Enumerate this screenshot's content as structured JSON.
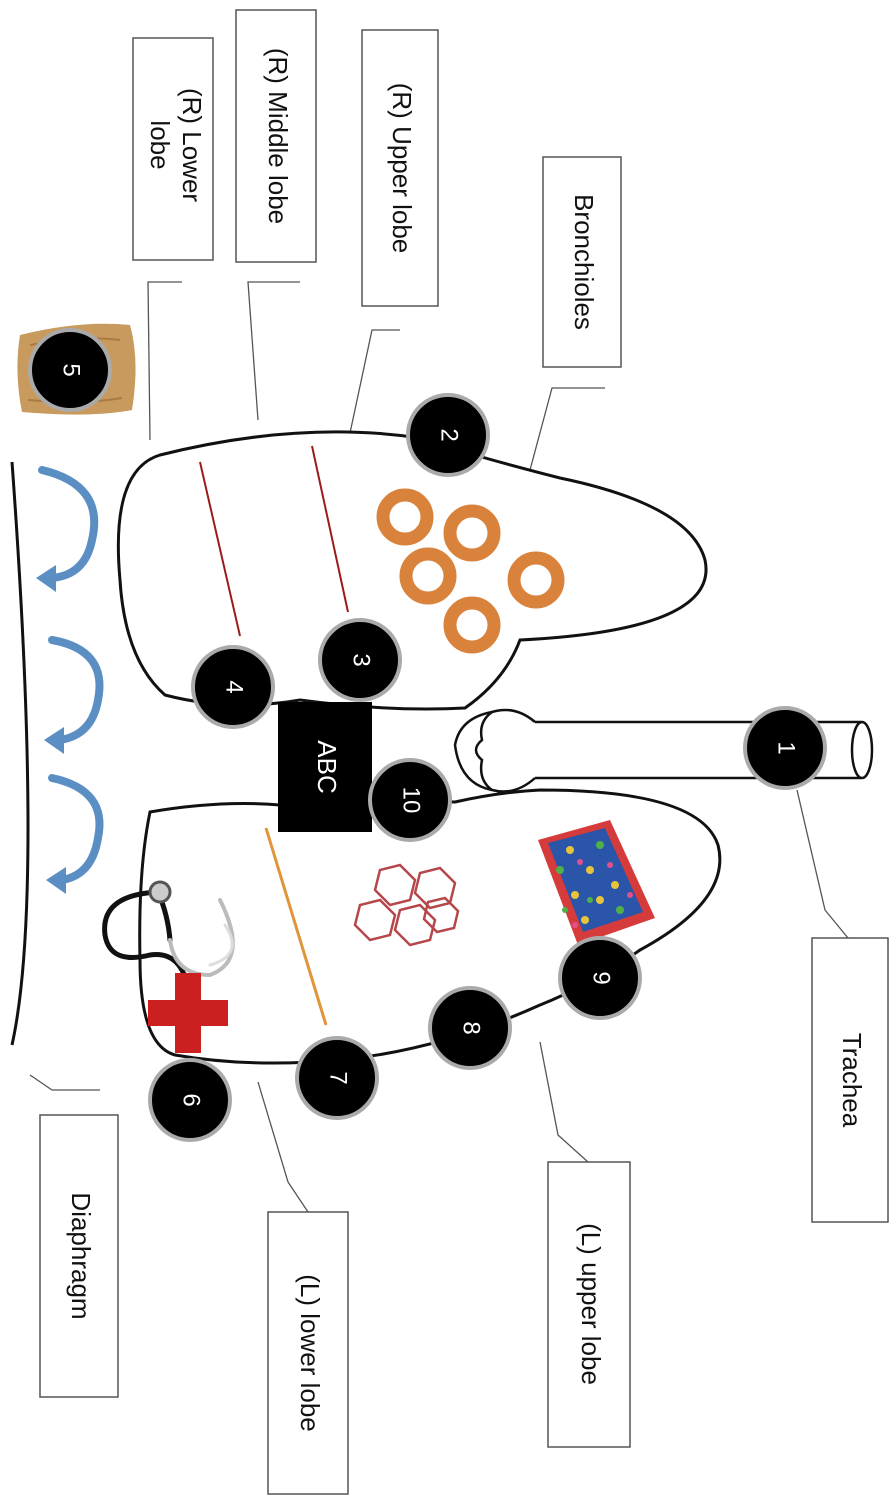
{
  "labels": {
    "trachea": "Trachea",
    "l_upper_lobe": "(L) upper lobe",
    "l_lower_lobe": "(L) lower lobe",
    "diaphragm": "Diaphragm",
    "bronchioles": "Bronchioles",
    "r_upper_lobe": "(R) Upper lobe",
    "r_middle_lobe": "(R) Middle lobe",
    "r_lower_lobe_1": "(R) Lower",
    "r_lower_lobe_2": "lobe"
  },
  "badges": {
    "b1": "1",
    "b2": "2",
    "b3": "3",
    "b4": "4",
    "b5": "5",
    "b6": "6",
    "b7": "7",
    "b8": "8",
    "b9": "9",
    "b10": "10"
  },
  "abc": "ABC",
  "colors": {
    "ring": "#d9823b",
    "hexagon": "#b5474b",
    "fissure_right": "#9b1b1b",
    "fissure_left": "#e0953a",
    "arrow": "#5b8fc4",
    "cross": "#cc1f1f",
    "badge": "#000000"
  }
}
